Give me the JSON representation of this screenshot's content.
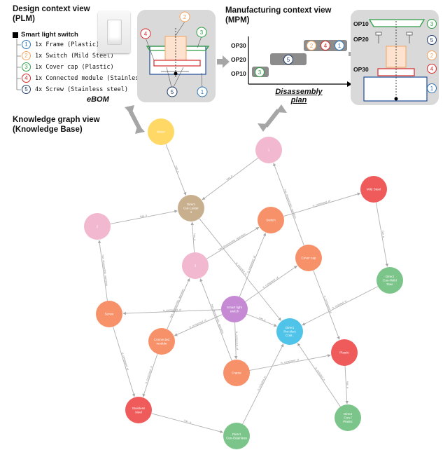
{
  "design": {
    "title_line1": "Design context view",
    "title_line2": "(PLM)",
    "legend_head": "Smart light switch",
    "items": [
      {
        "num": "1",
        "text": "1x Frame (Plastic)",
        "color": "#2e75b6"
      },
      {
        "num": "2",
        "text": "1x Switch (Mild Steel)",
        "color": "#f4a460"
      },
      {
        "num": "3",
        "text": "1x Cover cap (Plastic)",
        "color": "#2e9e44"
      },
      {
        "num": "4",
        "text": "1x Connected module (Stainless steel)",
        "color": "#d62728"
      },
      {
        "num": "5",
        "text": "4x Screw (Stainless steel)",
        "color": "#1f3a68"
      }
    ],
    "ebom": "eBOM"
  },
  "manufacturing": {
    "title_line1": "Manufacturing context view",
    "title_line2": "(MPM)",
    "ops": [
      "OP30",
      "OP20",
      "OP10"
    ],
    "disassembly": "Disassembly plan",
    "right_ops": [
      "OP10",
      "OP20",
      "OP30"
    ]
  },
  "kg": {
    "title_line1": "Knowledge graph view",
    "title_line2": "(Knowledge Base)",
    "nodes": [
      {
        "id": "water",
        "label": "Water",
        "color": "#ffd866"
      },
      {
        "id": "one",
        "label": "1",
        "color": "#f1b8cf"
      },
      {
        "id": "two",
        "label": "2",
        "color": "#f1b8cf"
      },
      {
        "id": "three",
        "label": "3",
        "color": "#f1b8cf"
      },
      {
        "id": "dc1",
        "label": "Direct Cor-Luster 1",
        "color": "#c8b08f"
      },
      {
        "id": "switch",
        "label": "Switch",
        "color": "#f7916a"
      },
      {
        "id": "mild",
        "label": "Mild Steel",
        "color": "#ef5a5a"
      },
      {
        "id": "cover",
        "label": "Cover cap",
        "color": "#f7916a"
      },
      {
        "id": "dcmild",
        "label": "Direct Con-/Mild Stee",
        "color": "#7cc58a"
      },
      {
        "id": "smart",
        "label": "Smart light switch",
        "color": "#c58ad3"
      },
      {
        "id": "screw",
        "label": "Screw",
        "color": "#f7916a"
      },
      {
        "id": "connmod",
        "label": "Connected module",
        "color": "#f7916a"
      },
      {
        "id": "dpcost",
        "label": "Direct Pro-duct Cost..",
        "color": "#4fc3e8"
      },
      {
        "id": "plastic",
        "label": "Plastic",
        "color": "#ef5a5a"
      },
      {
        "id": "frame",
        "label": "Frame",
        "color": "#f7916a"
      },
      {
        "id": "stainless",
        "label": "Stainless steel",
        "color": "#ef5a5a"
      },
      {
        "id": "dcplastic",
        "label": "Direct Con-/ Plastic",
        "color": "#7cc58a"
      },
      {
        "id": "dcstain",
        "label": "Direct Con-/Stainless",
        "color": "#7cc58a"
      }
    ],
    "edges": [
      {
        "from": "water",
        "to": "dc1",
        "label": "has_a"
      },
      {
        "from": "one",
        "to": "dc1",
        "label": "has_a"
      },
      {
        "from": "two",
        "to": "dc1",
        "label": "has_a"
      },
      {
        "from": "three",
        "to": "dc1",
        "label": "has_a"
      },
      {
        "from": "three",
        "to": "switch",
        "label": "has_disassembly_operation"
      },
      {
        "from": "cover",
        "to": "one",
        "label": "has_disassembly_operation"
      },
      {
        "from": "switch",
        "to": "mild",
        "label": "is_composed_of"
      },
      {
        "from": "mild",
        "to": "dcmild",
        "label": "has_a"
      },
      {
        "from": "smart",
        "to": "switch",
        "label": "is_composed_of"
      },
      {
        "from": "smart",
        "to": "cover",
        "label": "is_composed_of"
      },
      {
        "from": "smart",
        "to": "screw",
        "label": "is_composed_of"
      },
      {
        "from": "smart",
        "to": "connmod",
        "label": "is_composed_of"
      },
      {
        "from": "smart",
        "to": "dpcost",
        "label": "has_a"
      },
      {
        "from": "smart",
        "to": "frame",
        "label": "is_composed_of"
      },
      {
        "from": "screw",
        "to": "two",
        "label": "has_disassembly_operation"
      },
      {
        "from": "screw",
        "to": "stainless",
        "label": "is_composed_of"
      },
      {
        "from": "connmod",
        "to": "three",
        "label": "has_disassembly_operation"
      },
      {
        "from": "connmod",
        "to": "stainless",
        "label": "is_composed_of"
      },
      {
        "from": "cover",
        "to": "plastic",
        "label": "is_composed_of"
      },
      {
        "from": "frame",
        "to": "plastic",
        "label": "is_composed_of"
      },
      {
        "from": "frame",
        "to": "three",
        "label": "has_disassembly_operation"
      },
      {
        "from": "plastic",
        "to": "dcplastic",
        "label": "has_a"
      },
      {
        "from": "stainless",
        "to": "dcstain",
        "label": "has_a"
      },
      {
        "from": "dcstain",
        "to": "dpcost",
        "label": "is_included_in"
      },
      {
        "from": "dcplastic",
        "to": "dpcost",
        "label": "is_included_in"
      },
      {
        "from": "dcmild",
        "to": "dpcost",
        "label": "is_included_in"
      },
      {
        "from": "dc1",
        "to": "dpcost",
        "label": "is_included_in"
      }
    ]
  }
}
